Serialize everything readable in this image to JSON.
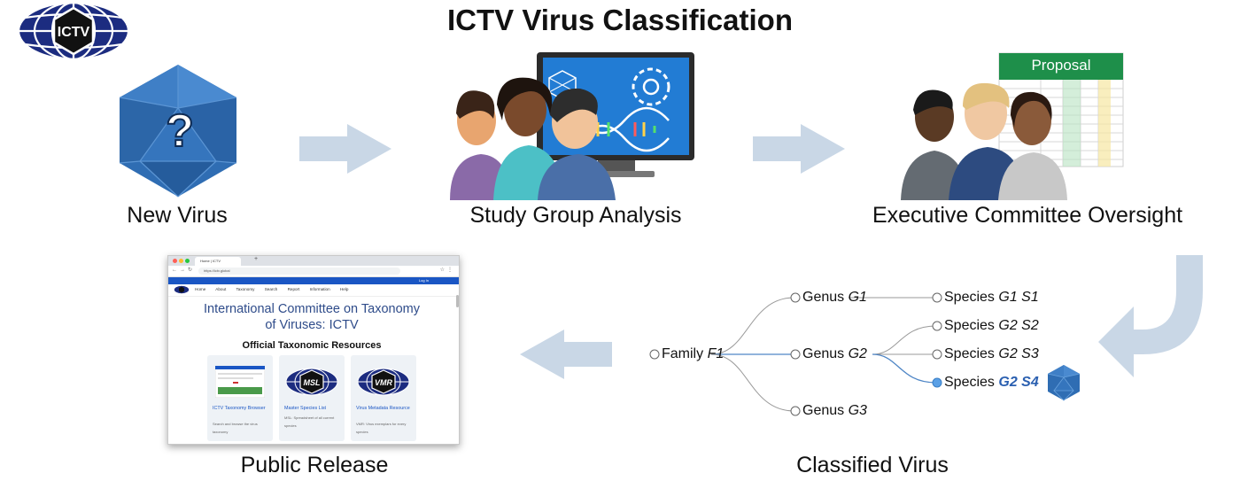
{
  "title": "ICTV Virus Classification",
  "logo_text": "ICTV",
  "stages": {
    "new_virus": "New Virus",
    "study_group": "Study Group Analysis",
    "executive": "Executive Committee Oversight",
    "classified": "Classified Virus",
    "public_release": "Public Release"
  },
  "proposal_label": "Proposal",
  "browser": {
    "tab_title": "Home | ICTV",
    "tab_plus": "+",
    "url": "https://ictv.global",
    "login": "Log In",
    "nav": [
      "Home",
      "About",
      "Taxonomy",
      "Search",
      "Report",
      "Information",
      "Help"
    ],
    "heading_line1": "International Committee on Taxonomy",
    "heading_line2": "of Viruses: ICTV",
    "subheading": "Official Taxonomic Resources",
    "cards": [
      {
        "title": "ICTV Taxonomy Browser",
        "desc": "Search and browse the virus taxonomy"
      },
      {
        "title": "Master Species List",
        "desc": "MSL: Spreadsheet of all current species",
        "badge": "MSL"
      },
      {
        "title": "Virus Metadata Resource",
        "desc": "VMR: Virus exemplars for every species",
        "badge": "VMR"
      }
    ]
  },
  "tree": {
    "family": {
      "prefix": "Family",
      "name": "F1"
    },
    "genera": [
      {
        "prefix": "Genus",
        "name": "G1"
      },
      {
        "prefix": "Genus",
        "name": "G2"
      },
      {
        "prefix": "Genus",
        "name": "G3"
      }
    ],
    "species": [
      {
        "prefix": "Species",
        "name": "G1 S1"
      },
      {
        "prefix": "Species",
        "name": "G2 S2"
      },
      {
        "prefix": "Species",
        "name": "G2 S3"
      },
      {
        "prefix": "Species",
        "name": "G2 S4"
      }
    ]
  },
  "colors": {
    "arrow": "#c9d7e6",
    "virus_blue": "#3b78bf",
    "selected_node": "#5aa0e6",
    "proposal_green": "#1e8f4a",
    "browser_blue": "#1a56c4"
  }
}
